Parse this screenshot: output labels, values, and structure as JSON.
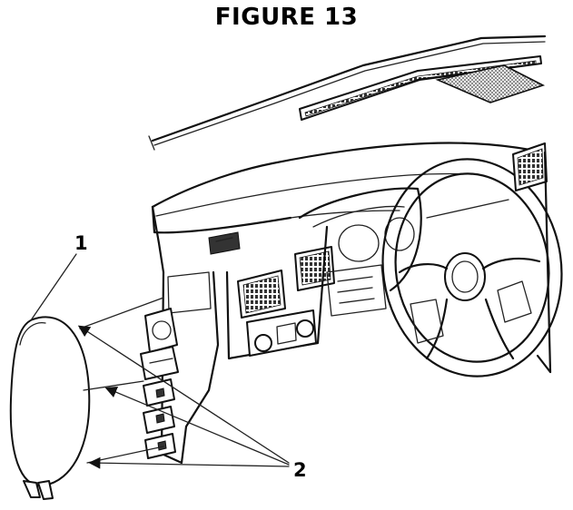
{
  "figure": {
    "title": "FIGURE 13"
  },
  "callouts": {
    "one": "1",
    "two": "2"
  }
}
